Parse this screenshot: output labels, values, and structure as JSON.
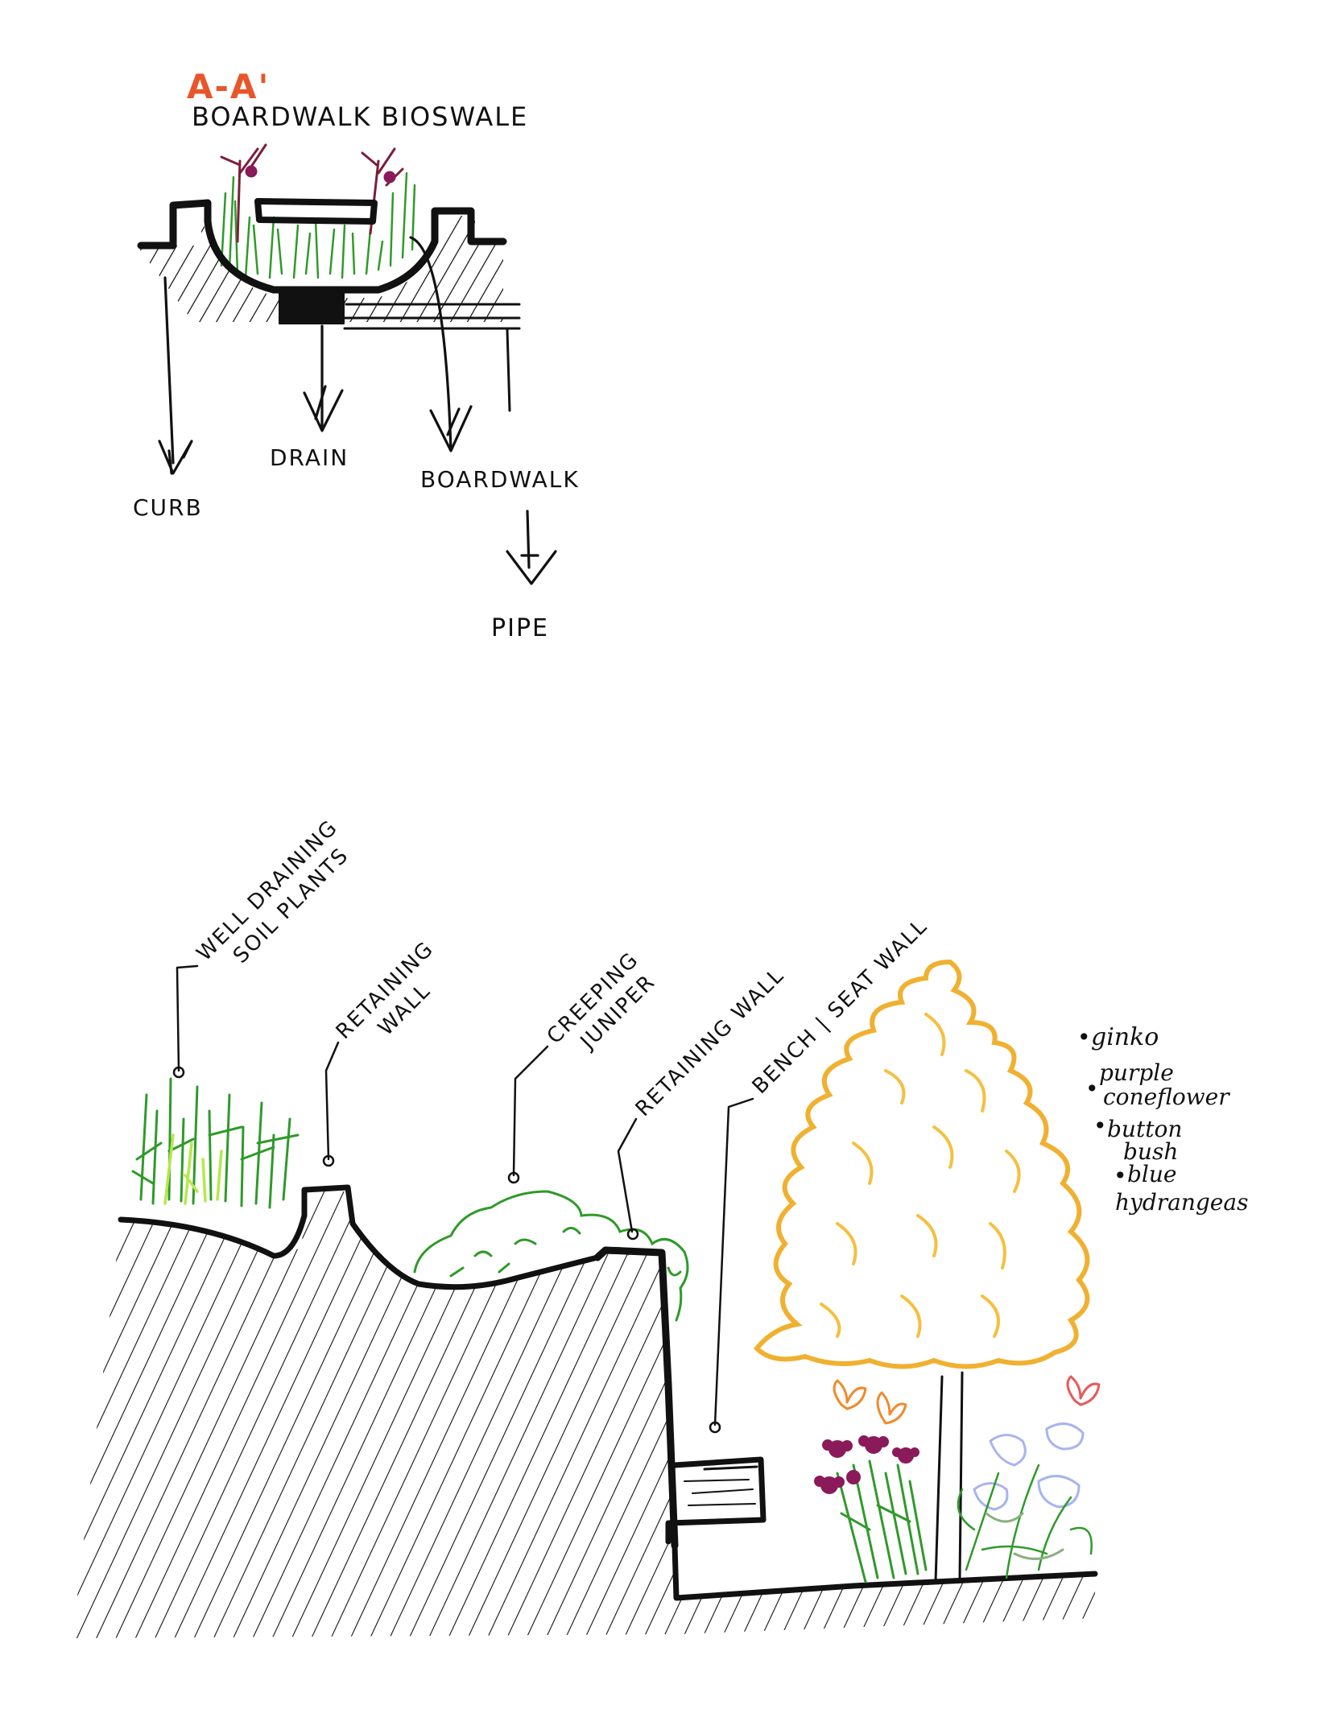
{
  "section_a": {
    "marker": "A-A'",
    "title": "BOARDWALK BIOSWALE",
    "labels": {
      "curb": "CURB",
      "drain": "DRAIN",
      "boardwalk": "BOARDWALK",
      "pipe": "PIPE"
    }
  },
  "section_b": {
    "callouts": {
      "well_draining": [
        "WELL DRAINING",
        "SOIL PLANTS"
      ],
      "retaining_wall_1": [
        "RETAINING",
        "WALL"
      ],
      "creeping_juniper": [
        "CREEPING",
        "JUNIPER"
      ],
      "retaining_wall_2": "RETAINING WALL",
      "bench_seat_wall": "BENCH | SEAT WALL"
    },
    "plant_list": [
      {
        "bullet": "•",
        "text": "ginko"
      },
      {
        "bullet": "•",
        "text": "purple",
        "text2": "coneflower"
      },
      {
        "bullet": "•",
        "text": "button",
        "text2": "bush"
      },
      {
        "bullet": "•",
        "text": "blue",
        "text2": "hydrangeas"
      }
    ]
  },
  "colors": {
    "ink": "#111111",
    "marker_orange": "#e8552a",
    "grass_green": "#2f9a2a",
    "lime": "#b6e84a",
    "stem_maroon": "#7a1f3a",
    "flower_purple": "#8a1a5a",
    "tree_gold": "#f0b030",
    "butterfly_orange": "#f08a2a",
    "butterfly_red": "#e85a5a",
    "hydrangea_blue": "#a8b4f0"
  }
}
